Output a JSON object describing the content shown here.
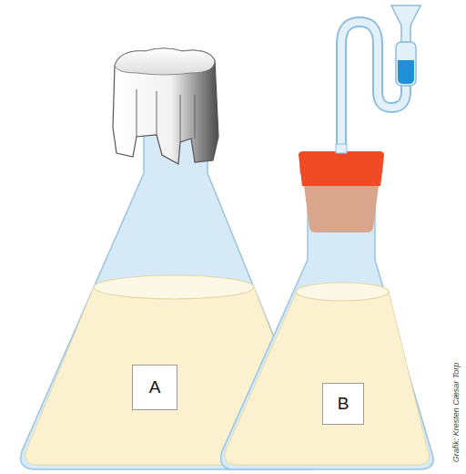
{
  "diagram": {
    "nodes": [
      {
        "text": [
          "A"
        ]
      },
      {
        "text": [
          "B"
        ]
      }
    ],
    "labels": [
      "Grafik: Kresten Cæsar Torp"
    ]
  }
}
